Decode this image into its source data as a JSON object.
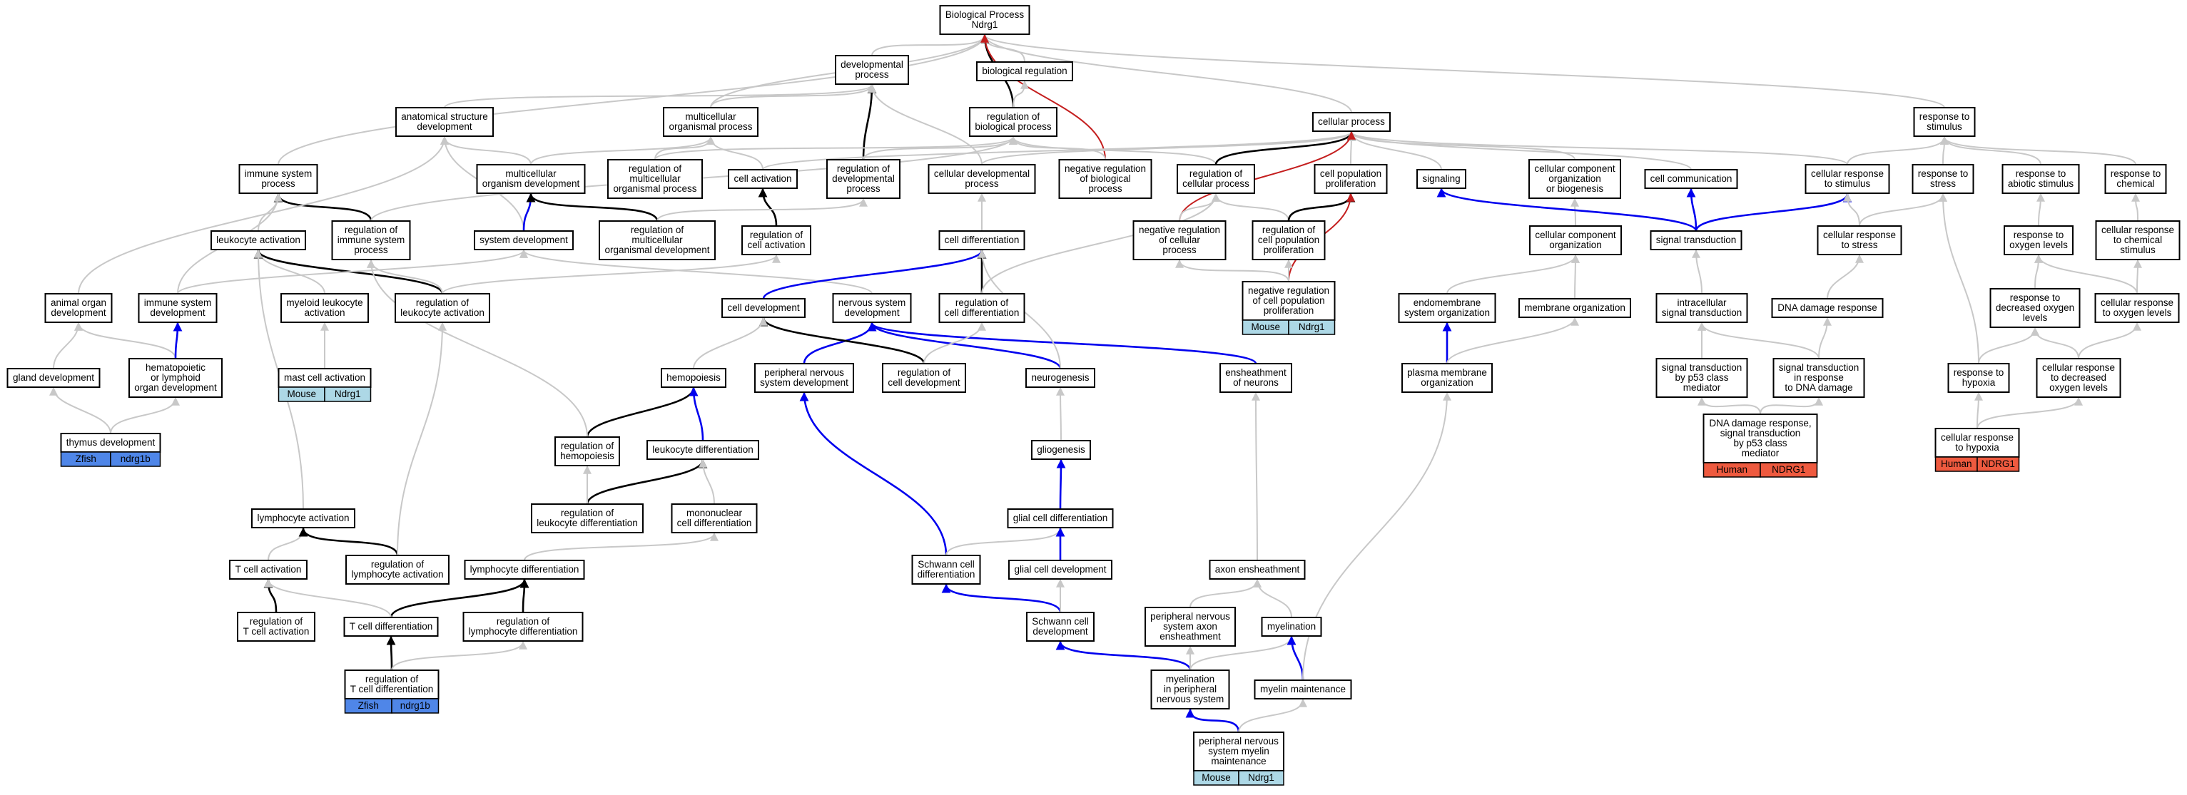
{
  "title": "",
  "colors": {
    "gray_edge": "#c8c8c8",
    "black_edge": "#000000",
    "blue_edge": "#0000ee",
    "red_edge": "#c41e1e",
    "mouse": "#add8e6",
    "zfish": "#4f86e8",
    "human": "#ee5a3f"
  },
  "nodes": [
    {
      "id": "bp",
      "lines": [
        "Biological Process",
        "Ndrg1"
      ]
    },
    {
      "id": "devproc",
      "lines": [
        "developmental",
        "process"
      ]
    },
    {
      "id": "bioreg",
      "lines": [
        "biological regulation"
      ]
    },
    {
      "id": "asd",
      "lines": [
        "anatomical structure",
        "development"
      ]
    },
    {
      "id": "mop",
      "lines": [
        "multicellular",
        "organismal process"
      ]
    },
    {
      "id": "rbp",
      "lines": [
        "regulation of",
        "biological process"
      ]
    },
    {
      "id": "cellproc",
      "lines": [
        "cellular process"
      ]
    },
    {
      "id": "rts",
      "lines": [
        "response to",
        "stimulus"
      ]
    },
    {
      "id": "isp",
      "lines": [
        "immune system",
        "process"
      ]
    },
    {
      "id": "mod",
      "lines": [
        "multicellular",
        "organism development"
      ]
    },
    {
      "id": "rmop",
      "lines": [
        "regulation of",
        "multicellular",
        "organismal process"
      ]
    },
    {
      "id": "cellact",
      "lines": [
        "cell activation"
      ]
    },
    {
      "id": "rdp",
      "lines": [
        "regulation of",
        "developmental",
        "process"
      ]
    },
    {
      "id": "cdp",
      "lines": [
        "cellular developmental",
        "process"
      ]
    },
    {
      "id": "nrbp",
      "lines": [
        "negative regulation",
        "of biological",
        "process"
      ]
    },
    {
      "id": "rcp",
      "lines": [
        "regulation of",
        "cellular process"
      ]
    },
    {
      "id": "cpp",
      "lines": [
        "cell population",
        "proliferation"
      ]
    },
    {
      "id": "signaling",
      "lines": [
        "signaling"
      ]
    },
    {
      "id": "ccob",
      "lines": [
        "cellular component",
        "organization",
        "or biogenesis"
      ]
    },
    {
      "id": "cellcomm",
      "lines": [
        "cell communication"
      ]
    },
    {
      "id": "crts",
      "lines": [
        "cellular response",
        "to stimulus"
      ]
    },
    {
      "id": "rtstress",
      "lines": [
        "response to",
        "stress"
      ]
    },
    {
      "id": "rtas",
      "lines": [
        "response to",
        "abiotic stimulus"
      ]
    },
    {
      "id": "rtchem",
      "lines": [
        "response to",
        "chemical"
      ]
    },
    {
      "id": "leukact",
      "lines": [
        "leukocyte activation"
      ]
    },
    {
      "id": "risp",
      "lines": [
        "regulation of",
        "immune system",
        "process"
      ]
    },
    {
      "id": "sysdev",
      "lines": [
        "system development"
      ]
    },
    {
      "id": "rmod",
      "lines": [
        "regulation of",
        "multicellular",
        "organismal development"
      ]
    },
    {
      "id": "rca",
      "lines": [
        "regulation of",
        "cell activation"
      ]
    },
    {
      "id": "celldiff",
      "lines": [
        "cell differentiation"
      ]
    },
    {
      "id": "nrcp",
      "lines": [
        "negative regulation",
        "of cellular",
        "process"
      ]
    },
    {
      "id": "rcpp",
      "lines": [
        "regulation of",
        "cell population",
        "proliferation"
      ]
    },
    {
      "id": "cco",
      "lines": [
        "cellular component",
        "organization"
      ]
    },
    {
      "id": "sigtrans",
      "lines": [
        "signal transduction"
      ]
    },
    {
      "id": "crtstress",
      "lines": [
        "cellular response",
        "to stress"
      ]
    },
    {
      "id": "rtol",
      "lines": [
        "response to",
        "oxygen levels"
      ]
    },
    {
      "id": "crtchem",
      "lines": [
        "cellular response",
        "to chemical",
        "stimulus"
      ]
    },
    {
      "id": "aod",
      "lines": [
        "animal organ",
        "development"
      ]
    },
    {
      "id": "isd",
      "lines": [
        "immune system",
        "development"
      ]
    },
    {
      "id": "mla",
      "lines": [
        "myeloid leukocyte",
        "activation"
      ]
    },
    {
      "id": "rla",
      "lines": [
        "regulation of",
        "leukocyte activation"
      ]
    },
    {
      "id": "celldev",
      "lines": [
        "cell development"
      ]
    },
    {
      "id": "nsd",
      "lines": [
        "nervous system",
        "development"
      ]
    },
    {
      "id": "rcd",
      "lines": [
        "regulation of",
        "cell differentiation"
      ]
    },
    {
      "id": "nrcpp",
      "lines": [
        "negative regulation",
        "of cell population",
        "proliferation"
      ]
    },
    {
      "id": "eso",
      "lines": [
        "endomembrane",
        "system organization"
      ]
    },
    {
      "id": "mo",
      "lines": [
        "membrane organization"
      ]
    },
    {
      "id": "ist",
      "lines": [
        "intracellular",
        "signal transduction"
      ]
    },
    {
      "id": "ddr",
      "lines": [
        "DNA damage response"
      ]
    },
    {
      "id": "rtdol",
      "lines": [
        "response to",
        "decreased oxygen",
        "levels"
      ]
    },
    {
      "id": "crtol",
      "lines": [
        "cellular response",
        "to oxygen levels"
      ]
    },
    {
      "id": "gland",
      "lines": [
        "gland development"
      ]
    },
    {
      "id": "hlod",
      "lines": [
        "hematopoietic",
        "or lymphoid",
        "organ development"
      ]
    },
    {
      "id": "mca",
      "lines": [
        "mast cell activation"
      ]
    },
    {
      "id": "hemo",
      "lines": [
        "hemopoiesis"
      ]
    },
    {
      "id": "pnsd",
      "lines": [
        "peripheral nervous",
        "system development"
      ]
    },
    {
      "id": "rcdev",
      "lines": [
        "regulation of",
        "cell development"
      ]
    },
    {
      "id": "neuro",
      "lines": [
        "neurogenesis"
      ]
    },
    {
      "id": "eon",
      "lines": [
        "ensheathment",
        "of neurons"
      ]
    },
    {
      "id": "pmo",
      "lines": [
        "plasma membrane",
        "organization"
      ]
    },
    {
      "id": "stp53",
      "lines": [
        "signal transduction",
        "by p53 class",
        "mediator"
      ]
    },
    {
      "id": "stirdd",
      "lines": [
        "signal transduction",
        "in response",
        "to DNA damage"
      ]
    },
    {
      "id": "rthyp",
      "lines": [
        "response to",
        "hypoxia"
      ]
    },
    {
      "id": "crtdol",
      "lines": [
        "cellular response",
        "to decreased",
        "oxygen levels"
      ]
    },
    {
      "id": "thymus",
      "lines": [
        "thymus development"
      ]
    },
    {
      "id": "rhemo",
      "lines": [
        "regulation of",
        "hemopoiesis"
      ]
    },
    {
      "id": "leukdiff",
      "lines": [
        "leukocyte differentiation"
      ]
    },
    {
      "id": "glio",
      "lines": [
        "gliogenesis"
      ]
    },
    {
      "id": "ddrp53",
      "lines": [
        "DNA damage response,",
        "signal transduction",
        "by p53 class",
        "mediator"
      ]
    },
    {
      "id": "crthyp",
      "lines": [
        "cellular response",
        "to hypoxia"
      ]
    },
    {
      "id": "lymphact",
      "lines": [
        "lymphocyte activation"
      ]
    },
    {
      "id": "rld",
      "lines": [
        "regulation of",
        "leukocyte differentiation"
      ]
    },
    {
      "id": "mcd",
      "lines": [
        "mononuclear",
        "cell differentiation"
      ]
    },
    {
      "id": "gcd",
      "lines": [
        "glial cell differentiation"
      ]
    },
    {
      "id": "tca",
      "lines": [
        "T cell activation"
      ]
    },
    {
      "id": "rlymphact",
      "lines": [
        "regulation of",
        "lymphocyte activation"
      ]
    },
    {
      "id": "lymphdiff",
      "lines": [
        "lymphocyte differentiation"
      ]
    },
    {
      "id": "scd",
      "lines": [
        "Schwann cell",
        "differentiation"
      ]
    },
    {
      "id": "gcdev",
      "lines": [
        "glial cell development"
      ]
    },
    {
      "id": "axon",
      "lines": [
        "axon ensheathment"
      ]
    },
    {
      "id": "rtca",
      "lines": [
        "regulation of",
        "T cell activation"
      ]
    },
    {
      "id": "tcd",
      "lines": [
        "T cell differentiation"
      ]
    },
    {
      "id": "rlymphdiff",
      "lines": [
        "regulation of",
        "lymphocyte differentiation"
      ]
    },
    {
      "id": "scdev",
      "lines": [
        "Schwann cell",
        "development"
      ]
    },
    {
      "id": "pnsae",
      "lines": [
        "peripheral nervous",
        "system axon",
        "ensheathment"
      ]
    },
    {
      "id": "myel",
      "lines": [
        "myelination"
      ]
    },
    {
      "id": "rtcd",
      "lines": [
        "regulation of",
        "T cell differentiation"
      ]
    },
    {
      "id": "mipns",
      "lines": [
        "myelination",
        "in peripheral",
        "nervous system"
      ]
    },
    {
      "id": "mm",
      "lines": [
        "myelin maintenance"
      ]
    },
    {
      "id": "pnsmm",
      "lines": [
        "peripheral nervous",
        "system myelin",
        "maintenance"
      ]
    }
  ],
  "annotations": [
    {
      "node": "mca",
      "species": "Mouse",
      "gene": "Ndrg1",
      "color_key": "mouse"
    },
    {
      "node": "nrcpp",
      "species": "Mouse",
      "gene": "Ndrg1",
      "color_key": "mouse"
    },
    {
      "node": "pnsmm",
      "species": "Mouse",
      "gene": "Ndrg1",
      "color_key": "mouse"
    },
    {
      "node": "thymus",
      "species": "Zfish",
      "gene": "ndrg1b",
      "color_key": "zfish"
    },
    {
      "node": "rtcd",
      "species": "Zfish",
      "gene": "ndrg1b",
      "color_key": "zfish"
    },
    {
      "node": "ddrp53",
      "species": "Human",
      "gene": "NDRG1",
      "color_key": "human"
    },
    {
      "node": "crthyp",
      "species": "Human",
      "gene": "NDRG1",
      "color_key": "human"
    }
  ],
  "edges": [
    [
      "devproc",
      "bp",
      "gray"
    ],
    [
      "bioreg",
      "bp",
      "gray"
    ],
    [
      "rbp",
      "bp",
      "black"
    ],
    [
      "cellproc",
      "bp",
      "gray"
    ],
    [
      "rts",
      "bp",
      "gray"
    ],
    [
      "isp",
      "bp",
      "gray"
    ],
    [
      "mop",
      "bp",
      "gray"
    ],
    [
      "nrbp",
      "bp",
      "red"
    ],
    [
      "asd",
      "devproc",
      "gray"
    ],
    [
      "rdp",
      "devproc",
      "black"
    ],
    [
      "cdp",
      "devproc",
      "gray"
    ],
    [
      "mop",
      "devproc",
      "gray"
    ],
    [
      "rbp",
      "bioreg",
      "gray"
    ],
    [
      "rmop",
      "rbp",
      "gray"
    ],
    [
      "rdp",
      "rbp",
      "gray"
    ],
    [
      "nrbp",
      "rbp",
      "gray"
    ],
    [
      "rcp",
      "rbp",
      "gray"
    ],
    [
      "rcp",
      "cellproc",
      "black"
    ],
    [
      "cpp",
      "cellproc",
      "gray"
    ],
    [
      "signaling",
      "cellproc",
      "gray"
    ],
    [
      "ccob",
      "cellproc",
      "gray"
    ],
    [
      "cellcomm",
      "cellproc",
      "gray"
    ],
    [
      "crts",
      "cellproc",
      "gray"
    ],
    [
      "cellact",
      "cellproc",
      "gray"
    ],
    [
      "cdp",
      "cellproc",
      "gray"
    ],
    [
      "nrcp",
      "cellproc",
      "red"
    ],
    [
      "crts",
      "rts",
      "gray"
    ],
    [
      "rtstress",
      "rts",
      "gray"
    ],
    [
      "rtas",
      "rts",
      "gray"
    ],
    [
      "rtchem",
      "rts",
      "gray"
    ],
    [
      "mod",
      "asd",
      "gray"
    ],
    [
      "sysdev",
      "asd",
      "gray"
    ],
    [
      "mod",
      "mop",
      "gray"
    ],
    [
      "rmop",
      "mop",
      "gray"
    ],
    [
      "cellact",
      "mop",
      "gray"
    ],
    [
      "leukact",
      "isp",
      "gray"
    ],
    [
      "risp",
      "isp",
      "black"
    ],
    [
      "isd",
      "isp",
      "gray"
    ],
    [
      "sysdev",
      "mod",
      "blue"
    ],
    [
      "rmod",
      "mod",
      "black"
    ],
    [
      "rca",
      "cellact",
      "black"
    ],
    [
      "rmod",
      "rdp",
      "gray"
    ],
    [
      "celldiff",
      "cdp",
      "gray"
    ],
    [
      "nrcp",
      "rcp",
      "gray"
    ],
    [
      "rcpp",
      "rcp",
      "gray"
    ],
    [
      "rcpp",
      "cpp",
      "black"
    ],
    [
      "nrcpp",
      "cpp",
      "red"
    ],
    [
      "cco",
      "ccob",
      "gray"
    ],
    [
      "sigtrans",
      "signaling",
      "blue"
    ],
    [
      "sigtrans",
      "cellcomm",
      "blue"
    ],
    [
      "sigtrans",
      "crts",
      "blue"
    ],
    [
      "crtstress",
      "crts",
      "gray"
    ],
    [
      "crtstress",
      "rtstress",
      "gray"
    ],
    [
      "rtol",
      "rtas",
      "gray"
    ],
    [
      "crtchem",
      "rtchem",
      "gray"
    ],
    [
      "mla",
      "leukact",
      "gray"
    ],
    [
      "rla",
      "leukact",
      "black"
    ],
    [
      "lymphact",
      "leukact",
      "gray"
    ],
    [
      "rla",
      "risp",
      "gray"
    ],
    [
      "nsd",
      "sysdev",
      "gray"
    ],
    [
      "celldev",
      "celldiff",
      "blue"
    ],
    [
      "rcd",
      "celldiff",
      "black"
    ],
    [
      "rcd",
      "rcp",
      "gray"
    ],
    [
      "nrcpp",
      "nrcp",
      "gray"
    ],
    [
      "nrcpp",
      "rcpp",
      "gray"
    ],
    [
      "eso",
      "cco",
      "gray"
    ],
    [
      "mo",
      "cco",
      "gray"
    ],
    [
      "ist",
      "sigtrans",
      "gray"
    ],
    [
      "ddr",
      "crtstress",
      "gray"
    ],
    [
      "rtdol",
      "rtol",
      "gray"
    ],
    [
      "crtol",
      "rtol",
      "gray"
    ],
    [
      "crtol",
      "crtchem",
      "gray"
    ],
    [
      "aod",
      "asd",
      "gray"
    ],
    [
      "gland",
      "aod",
      "gray"
    ],
    [
      "hlod",
      "aod",
      "gray"
    ],
    [
      "hlod",
      "isd",
      "blue"
    ],
    [
      "mca",
      "mla",
      "gray"
    ],
    [
      "rla",
      "rca",
      "gray"
    ],
    [
      "pnsd",
      "nsd",
      "blue"
    ],
    [
      "neuro",
      "nsd",
      "blue"
    ],
    [
      "eon",
      "nsd",
      "blue"
    ],
    [
      "rcdev",
      "celldev",
      "black"
    ],
    [
      "hemo",
      "celldev",
      "gray"
    ],
    [
      "neuro",
      "celldiff",
      "gray"
    ],
    [
      "pmo",
      "eso",
      "blue"
    ],
    [
      "pmo",
      "mo",
      "gray"
    ],
    [
      "stp53",
      "ist",
      "gray"
    ],
    [
      "stirdd",
      "ddr",
      "gray"
    ],
    [
      "stirdd",
      "ist",
      "gray"
    ],
    [
      "rthyp",
      "rtstress",
      "gray"
    ],
    [
      "rthyp",
      "rtdol",
      "gray"
    ],
    [
      "crtdol",
      "crtol",
      "gray"
    ],
    [
      "crtdol",
      "rtdol",
      "gray"
    ],
    [
      "thymus",
      "gland",
      "gray"
    ],
    [
      "thymus",
      "hlod",
      "gray"
    ],
    [
      "rhemo",
      "hemo",
      "black"
    ],
    [
      "rhemo",
      "risp",
      "gray"
    ],
    [
      "leukdiff",
      "hemo",
      "blue"
    ],
    [
      "glio",
      "neuro",
      "gray"
    ],
    [
      "ddrp53",
      "stp53",
      "gray"
    ],
    [
      "ddrp53",
      "stirdd",
      "gray"
    ],
    [
      "crthyp",
      "rthyp",
      "gray"
    ],
    [
      "crthyp",
      "crtdol",
      "gray"
    ],
    [
      "rld",
      "leukdiff",
      "black"
    ],
    [
      "rld",
      "rhemo",
      "gray"
    ],
    [
      "mcd",
      "leukdiff",
      "gray"
    ],
    [
      "gcd",
      "glio",
      "blue"
    ],
    [
      "tca",
      "lymphact",
      "gray"
    ],
    [
      "rlymphact",
      "lymphact",
      "black"
    ],
    [
      "rlymphact",
      "rla",
      "gray"
    ],
    [
      "lymphdiff",
      "mcd",
      "gray"
    ],
    [
      "scd",
      "pnsd",
      "blue"
    ],
    [
      "scd",
      "gcd",
      "gray"
    ],
    [
      "gcdev",
      "gcd",
      "blue"
    ],
    [
      "axon",
      "eon",
      "gray"
    ],
    [
      "rtca",
      "tca",
      "black"
    ],
    [
      "tcd",
      "lymphdiff",
      "black"
    ],
    [
      "tcd",
      "tca",
      "gray"
    ],
    [
      "rlymphdiff",
      "lymphdiff",
      "black"
    ],
    [
      "scdev",
      "scd",
      "blue"
    ],
    [
      "scdev",
      "gcdev",
      "gray"
    ],
    [
      "pnsae",
      "axon",
      "gray"
    ],
    [
      "myel",
      "axon",
      "gray"
    ],
    [
      "rtcd",
      "tcd",
      "black"
    ],
    [
      "rtcd",
      "rlymphdiff",
      "gray"
    ],
    [
      "mipns",
      "scdev",
      "blue"
    ],
    [
      "mipns",
      "pnsae",
      "gray"
    ],
    [
      "mipns",
      "myel",
      "gray"
    ],
    [
      "mm",
      "myel",
      "blue"
    ],
    [
      "mm",
      "pmo",
      "gray"
    ],
    [
      "pnsmm",
      "mipns",
      "blue"
    ],
    [
      "pnsmm",
      "mm",
      "gray"
    ],
    [
      "rcdev",
      "rcd",
      "gray"
    ],
    [
      "risp",
      "rbp",
      "gray"
    ],
    [
      "isd",
      "sysdev",
      "gray"
    ]
  ]
}
